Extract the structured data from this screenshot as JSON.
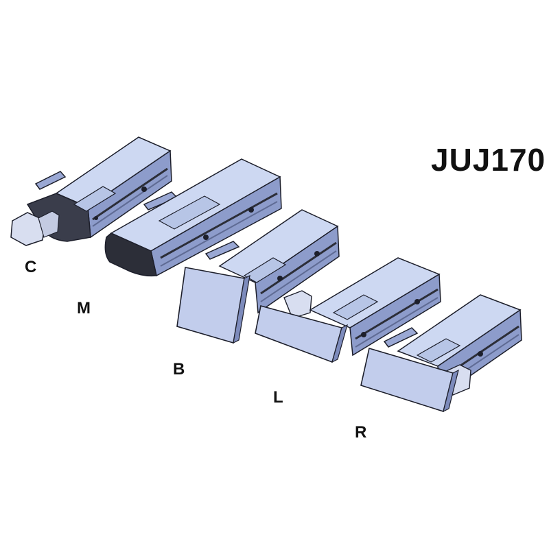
{
  "title": "JUJ170",
  "variants": [
    {
      "id": "c",
      "label": "C"
    },
    {
      "id": "m",
      "label": "M"
    },
    {
      "id": "b",
      "label": "B"
    },
    {
      "id": "l",
      "label": "L"
    },
    {
      "id": "r",
      "label": "R"
    }
  ],
  "colors": {
    "body_fill": "#b7c5e6",
    "top_fill": "#cdd8f2",
    "side_fill": "#8d9ccb",
    "rail_fill": "#5f6b94",
    "outline": "#1d1f2b",
    "dark_cap": "#2c2e38",
    "plate_fill": "#c2cdec"
  }
}
